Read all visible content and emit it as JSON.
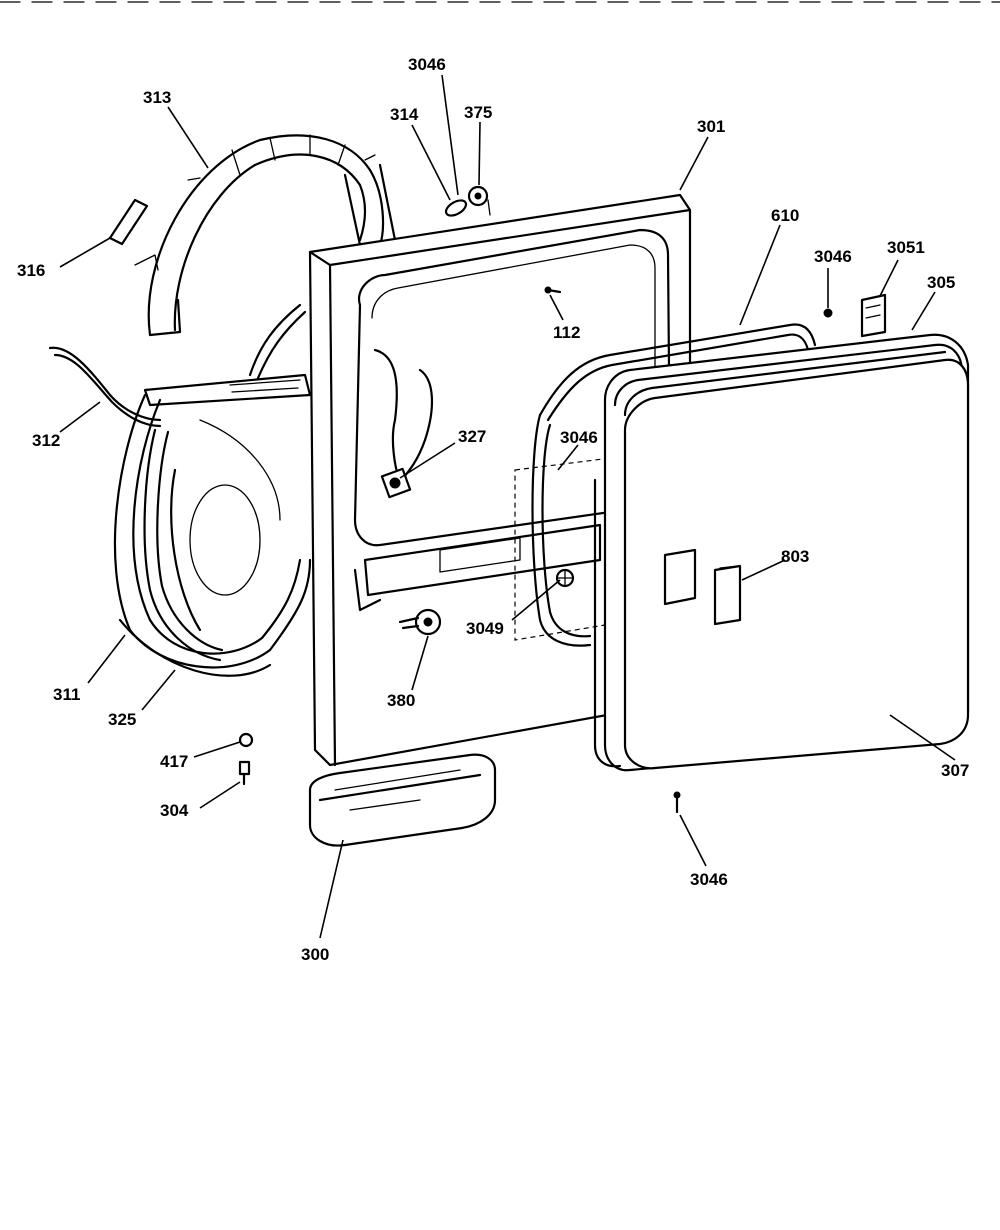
{
  "diagram": {
    "background": "#ffffff",
    "line_color": "#000000",
    "callouts": [
      {
        "id": "c3046a",
        "text": "3046"
      },
      {
        "id": "c313",
        "text": "313"
      },
      {
        "id": "c314",
        "text": "314"
      },
      {
        "id": "c375",
        "text": "375"
      },
      {
        "id": "c301",
        "text": "301"
      },
      {
        "id": "c610",
        "text": "610"
      },
      {
        "id": "c316",
        "text": "316"
      },
      {
        "id": "c3046b",
        "text": "3046"
      },
      {
        "id": "c3051",
        "text": "3051"
      },
      {
        "id": "c305",
        "text": "305"
      },
      {
        "id": "c112",
        "text": "112"
      },
      {
        "id": "c312",
        "text": "312"
      },
      {
        "id": "c327",
        "text": "327"
      },
      {
        "id": "c3046c",
        "text": "3046"
      },
      {
        "id": "c803",
        "text": "803"
      },
      {
        "id": "c3049",
        "text": "3049"
      },
      {
        "id": "c311",
        "text": "311"
      },
      {
        "id": "c380",
        "text": "380"
      },
      {
        "id": "c325",
        "text": "325"
      },
      {
        "id": "c417",
        "text": "417"
      },
      {
        "id": "c307",
        "text": "307"
      },
      {
        "id": "c304",
        "text": "304"
      },
      {
        "id": "c3046d",
        "text": "3046"
      },
      {
        "id": "c300",
        "text": "300"
      }
    ]
  }
}
